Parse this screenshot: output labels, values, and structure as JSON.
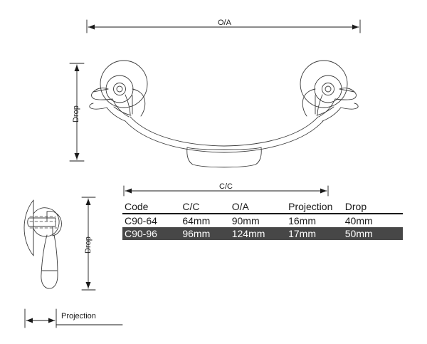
{
  "drawing": {
    "title": "Cabinet bail handle technical drawing",
    "background_color": "#ffffff",
    "line_color": "#1a1a1a",
    "dimensions": {
      "overall_label": "O/A",
      "centre_to_centre_label": "C/C",
      "drop_label_main": "Drop",
      "drop_label_side": "Drop",
      "projection_label": "Projection"
    },
    "views": {
      "front_elevation": "front-view-bail-handle",
      "side_elevation": "side-view-bail-handle"
    }
  },
  "table": {
    "headers": [
      "Code",
      "C/C",
      "O/A",
      "Projection",
      "Drop"
    ],
    "rows": [
      {
        "highlighted": false,
        "cells": [
          "C90-64",
          "64mm",
          "90mm",
          "16mm",
          "40mm"
        ]
      },
      {
        "highlighted": true,
        "cells": [
          "C90-96",
          "96mm",
          "124mm",
          "17mm",
          "50mm"
        ]
      }
    ],
    "highlight_color": "#474747",
    "highlight_text_color": "#ffffff"
  }
}
